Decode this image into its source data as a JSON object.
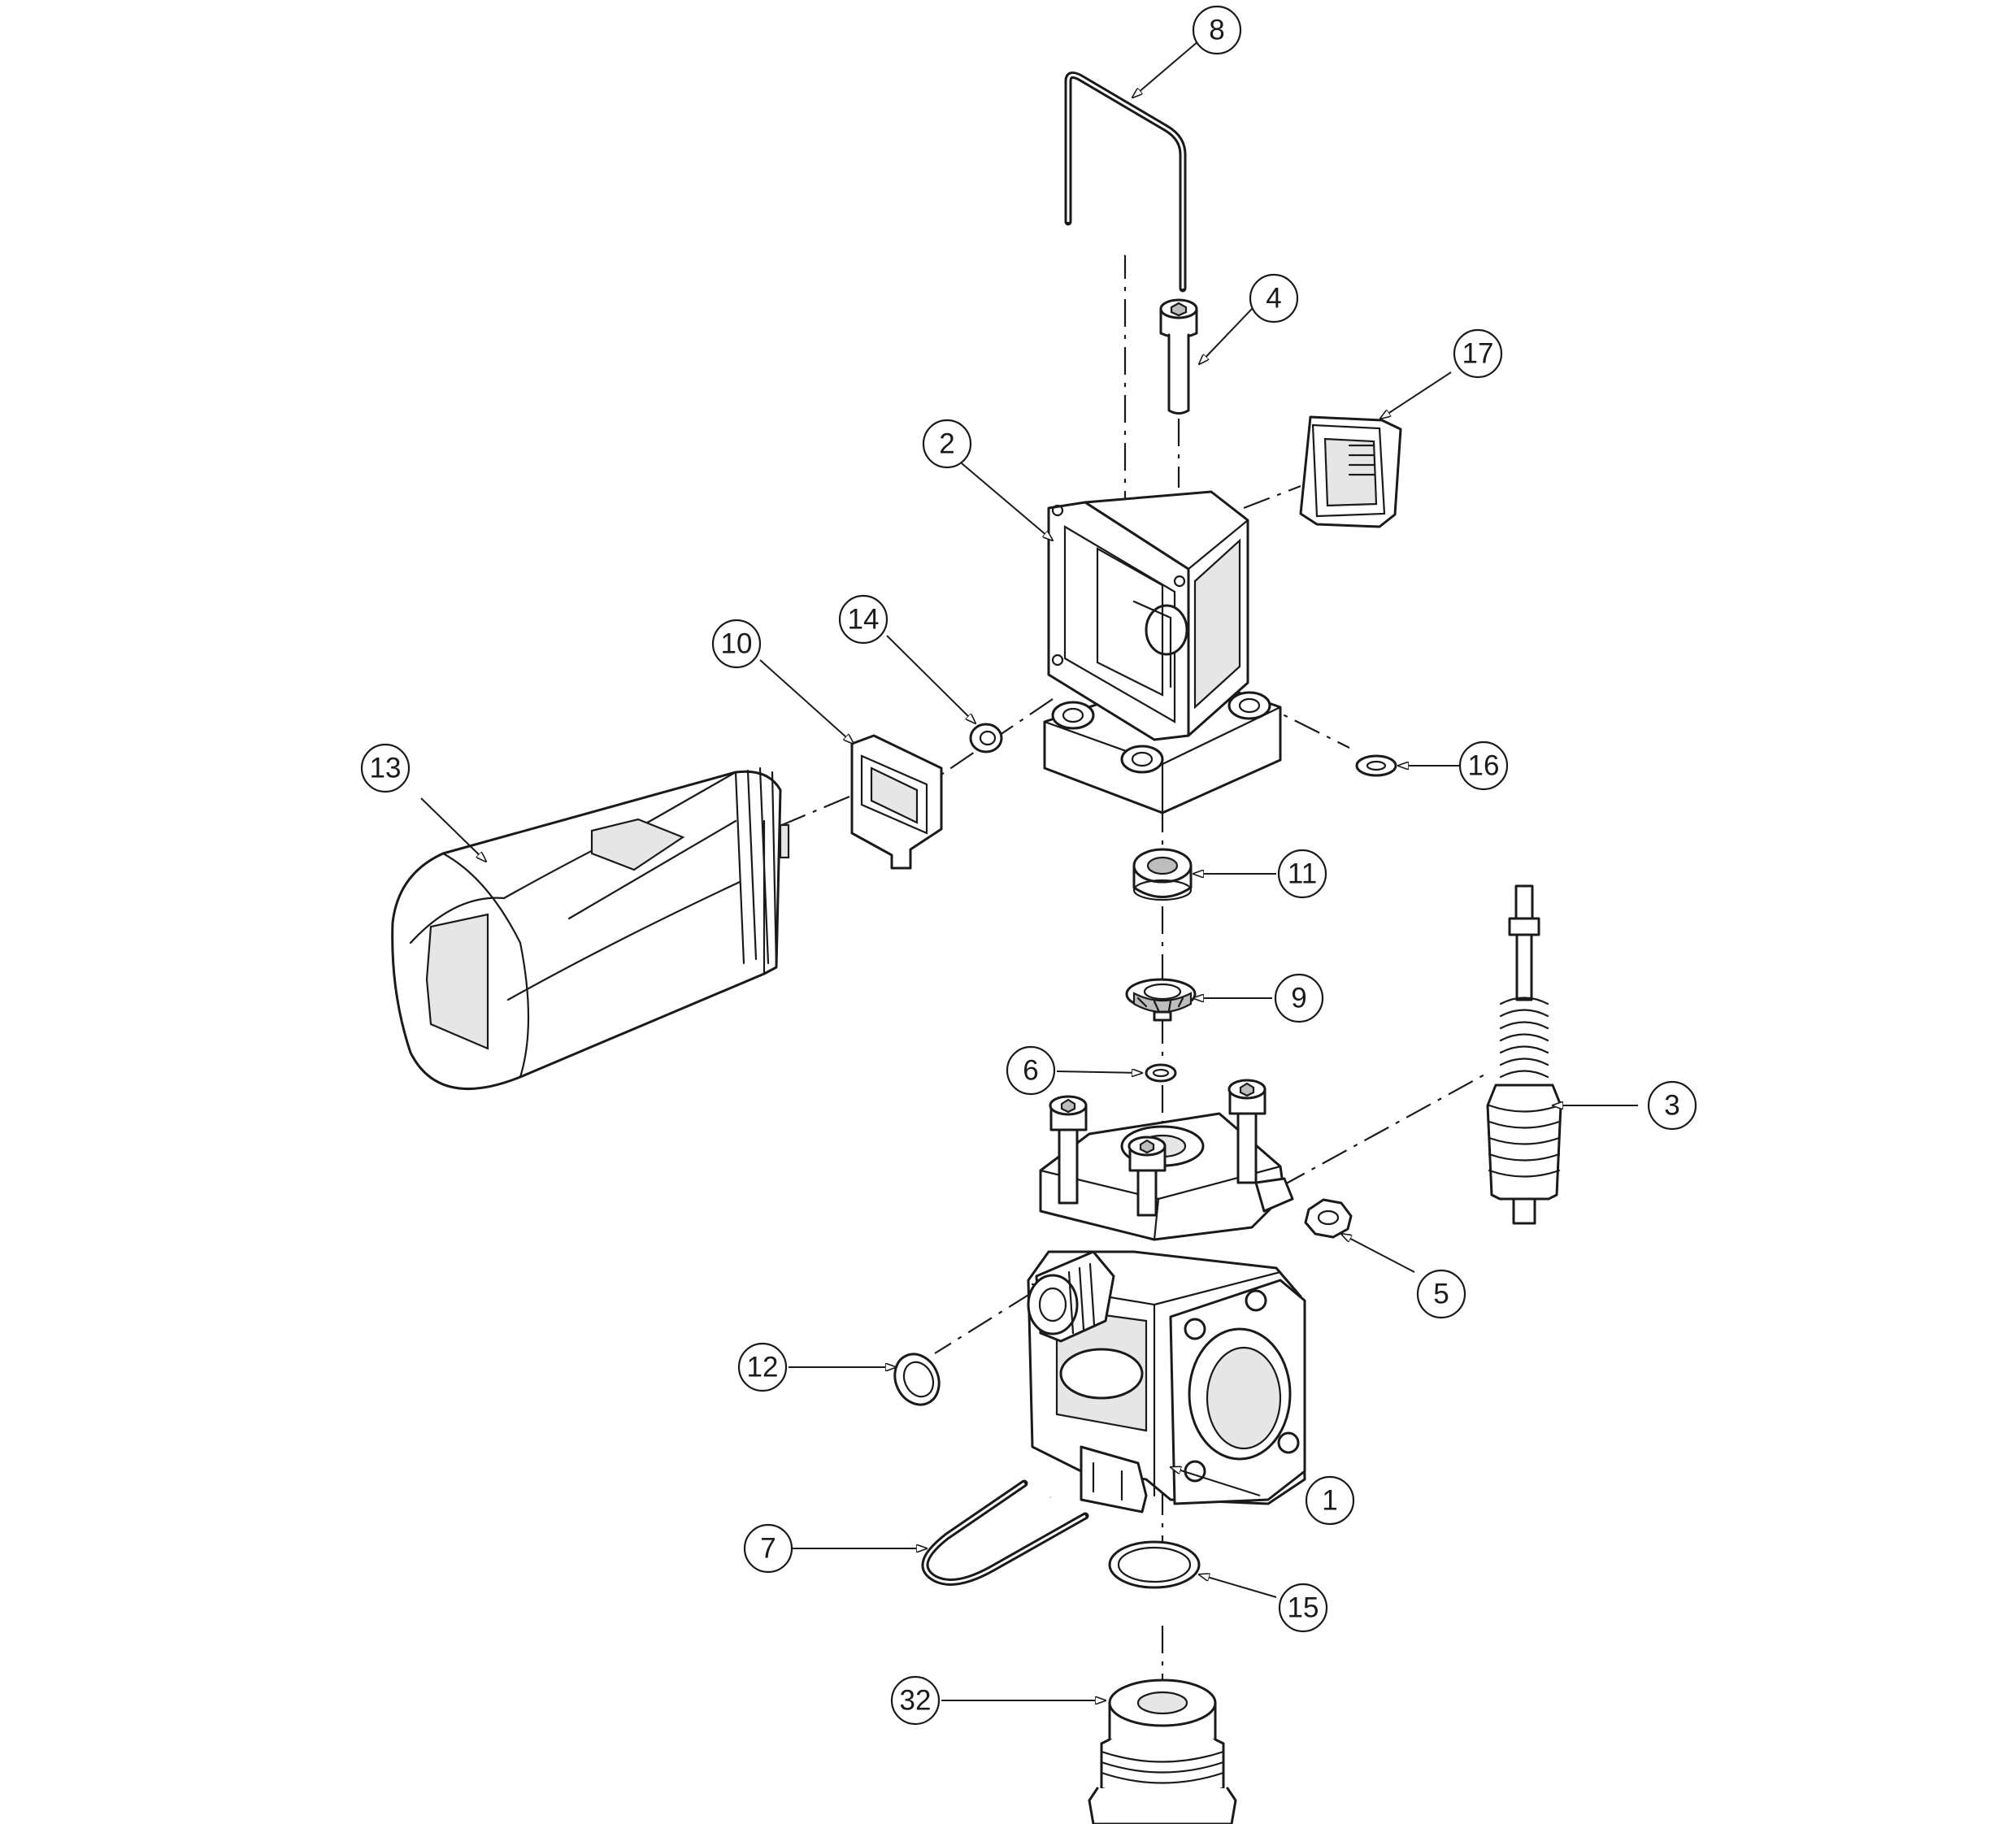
{
  "callouts": [
    {
      "id": "c1",
      "label": "1"
    },
    {
      "id": "c2",
      "label": "2"
    },
    {
      "id": "c3",
      "label": "3"
    },
    {
      "id": "c4",
      "label": "4"
    },
    {
      "id": "c5",
      "label": "5"
    },
    {
      "id": "c6",
      "label": "6"
    },
    {
      "id": "c7",
      "label": "7"
    },
    {
      "id": "c8",
      "label": "8"
    },
    {
      "id": "c9",
      "label": "9"
    },
    {
      "id": "c10",
      "label": "10"
    },
    {
      "id": "c11",
      "label": "11"
    },
    {
      "id": "c12",
      "label": "12"
    },
    {
      "id": "c13",
      "label": "13"
    },
    {
      "id": "c14",
      "label": "14"
    },
    {
      "id": "c15",
      "label": "15"
    },
    {
      "id": "c16",
      "label": "16"
    },
    {
      "id": "c17",
      "label": "17"
    },
    {
      "id": "c32",
      "label": "32"
    }
  ]
}
